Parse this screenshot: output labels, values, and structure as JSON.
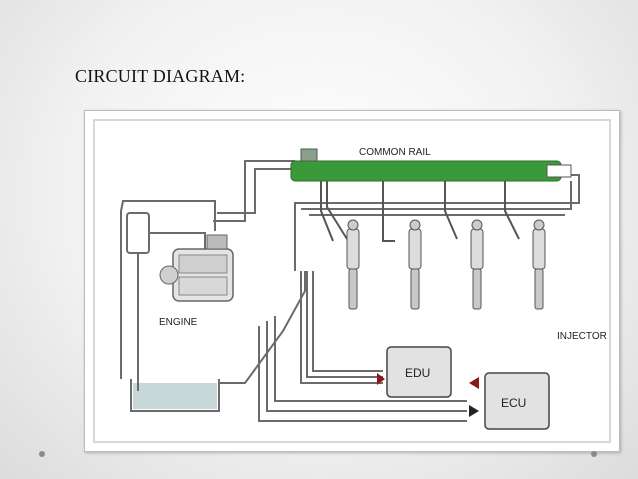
{
  "slide": {
    "title": "CIRCUIT DIAGRAM:"
  },
  "diagram": {
    "labels": {
      "common_rail": "COMMON RAIL",
      "engine": "ENGINE",
      "injector": "INJECTOR",
      "edu": "EDU",
      "ecu": "ECU"
    },
    "colors": {
      "rail": "#3a9a3a",
      "line": "#6b6b6b",
      "tank_fill": "#c8d8d8"
    },
    "injector_count": 4
  }
}
